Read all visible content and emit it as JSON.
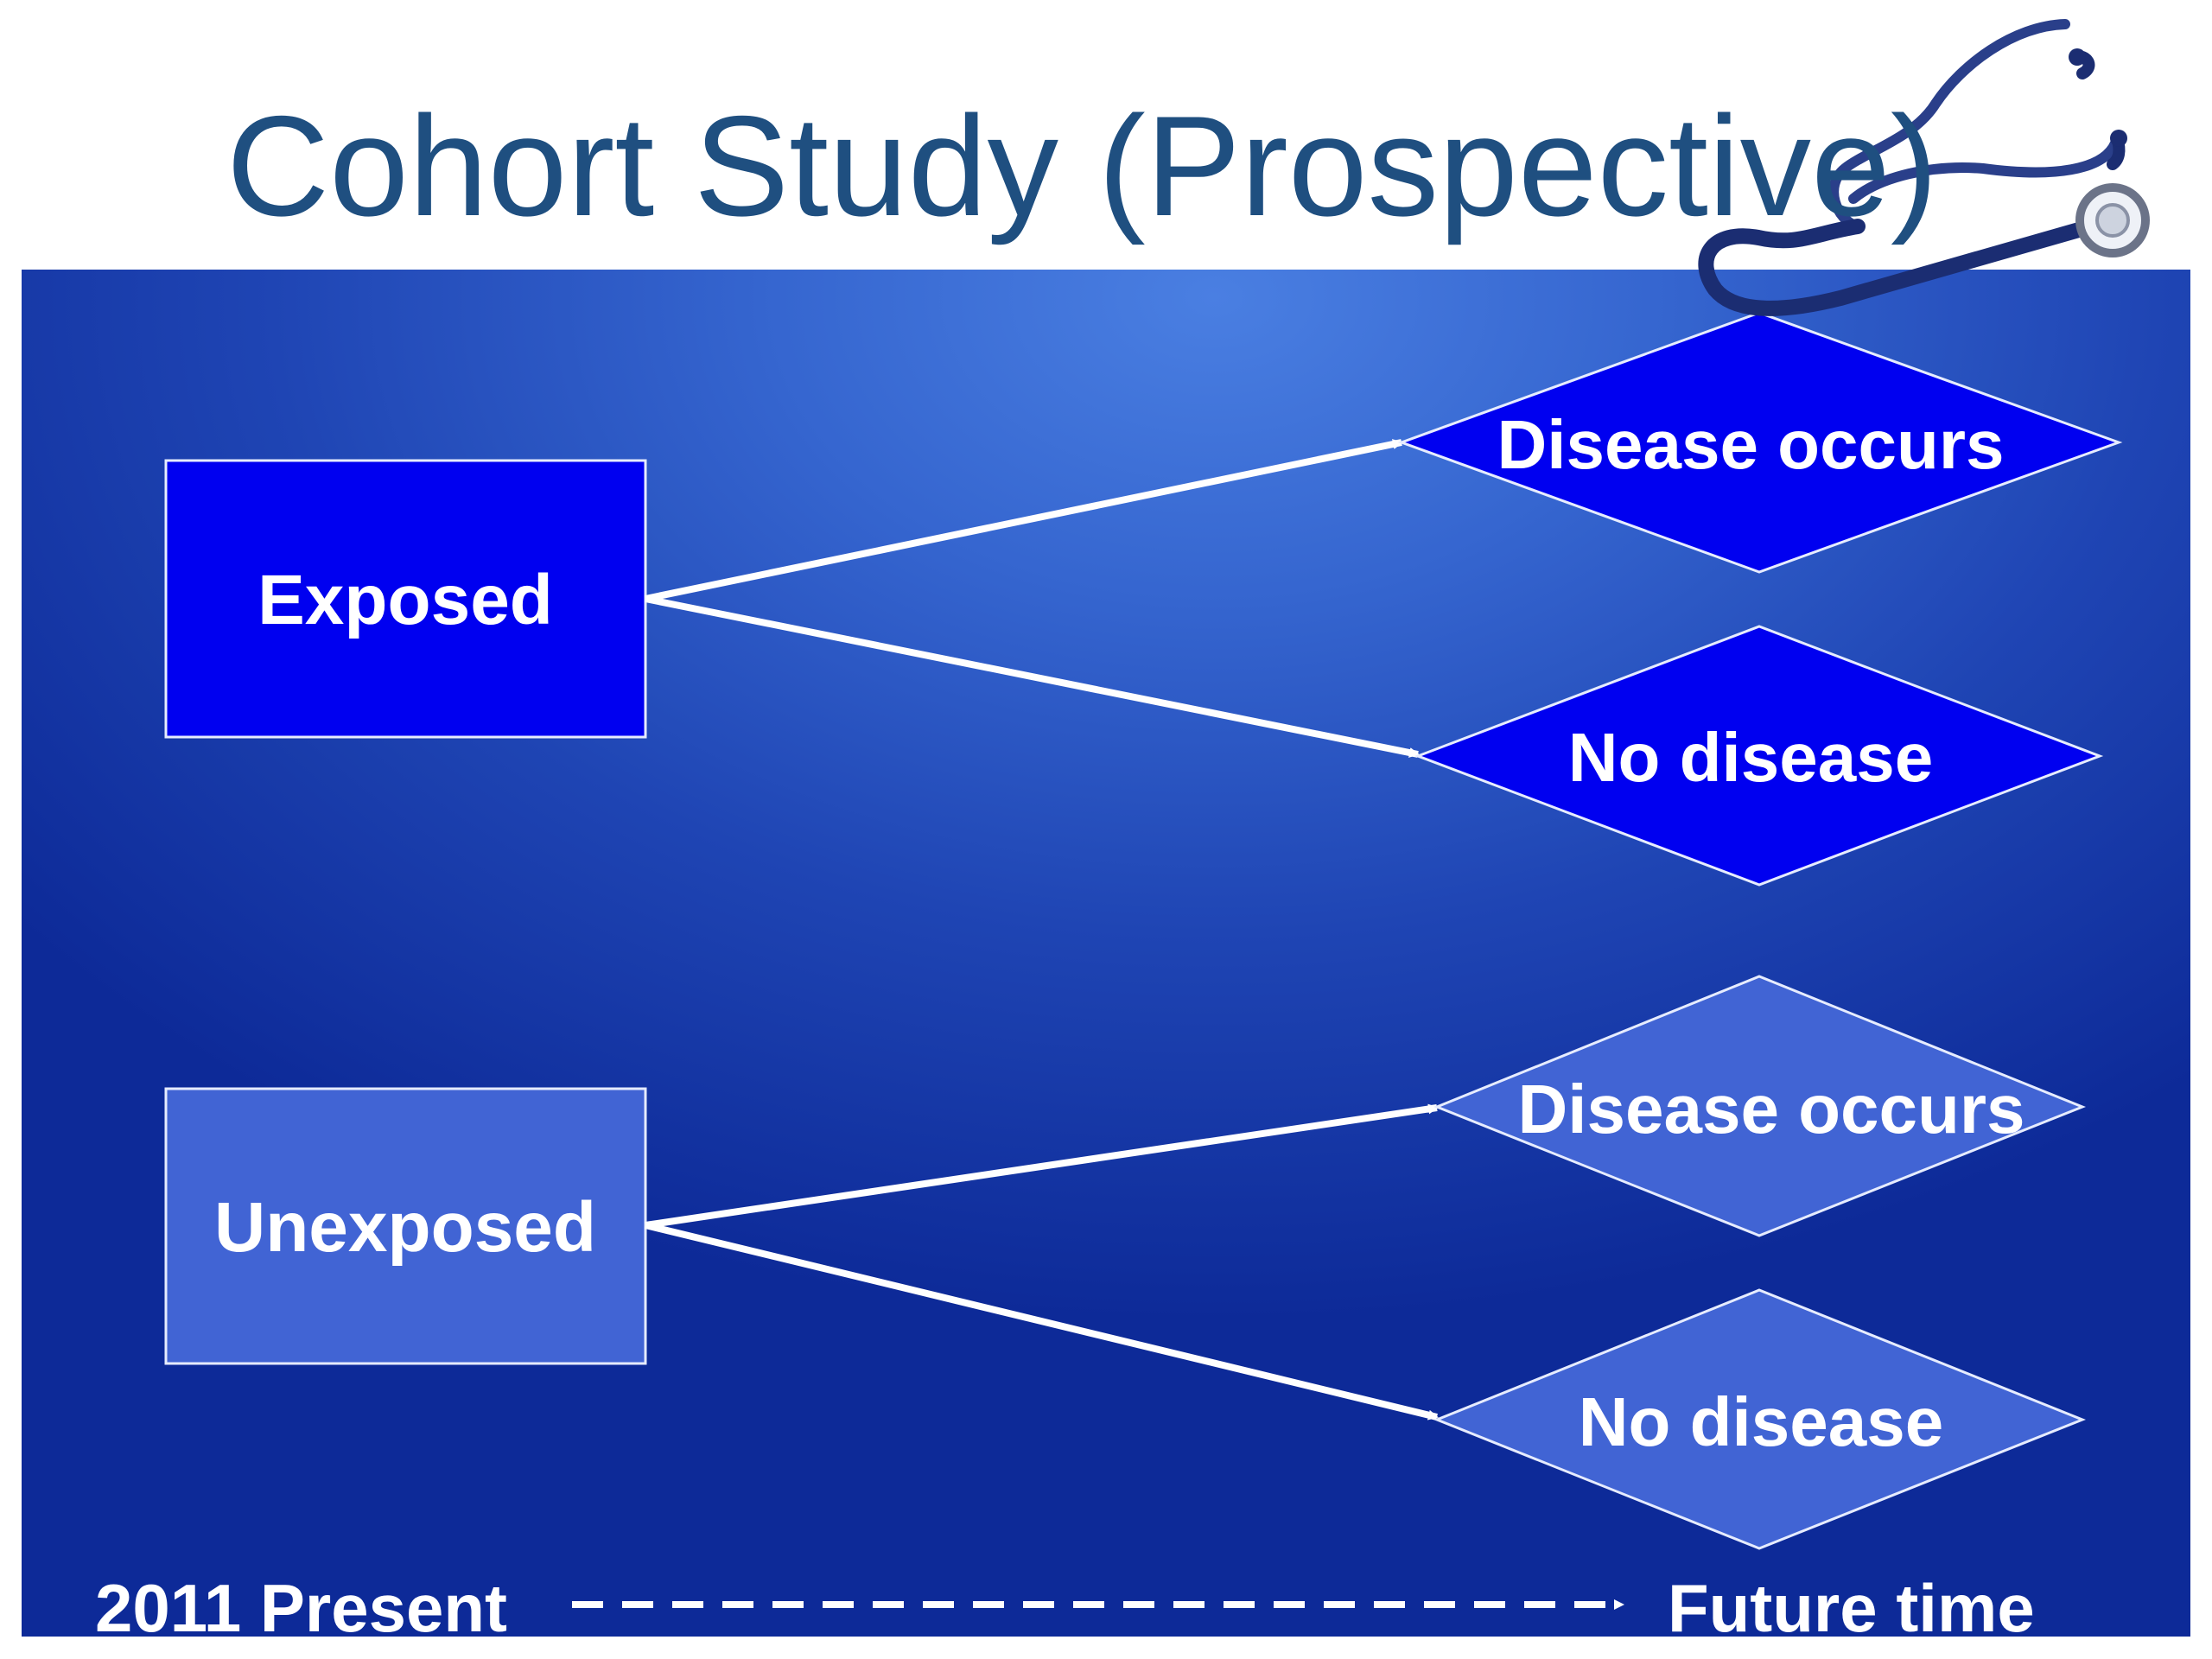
{
  "title": "Cohort Study (Prospective)",
  "groups": [
    {
      "label": "Exposed",
      "fill": "#0000f0",
      "outcomes": [
        "Disease occurs",
        "No disease"
      ]
    },
    {
      "label": "Unexposed",
      "fill": "#4164d4",
      "outcomes": [
        "Disease occurs",
        "No disease"
      ]
    }
  ],
  "timeline": {
    "start_label": "2011 Present",
    "end_label": "Future time"
  },
  "colors": {
    "title": "#1f4f80",
    "panel": "#1f45b4",
    "arrow": "#ffffff"
  },
  "icons": [
    "stethoscope-icon"
  ]
}
